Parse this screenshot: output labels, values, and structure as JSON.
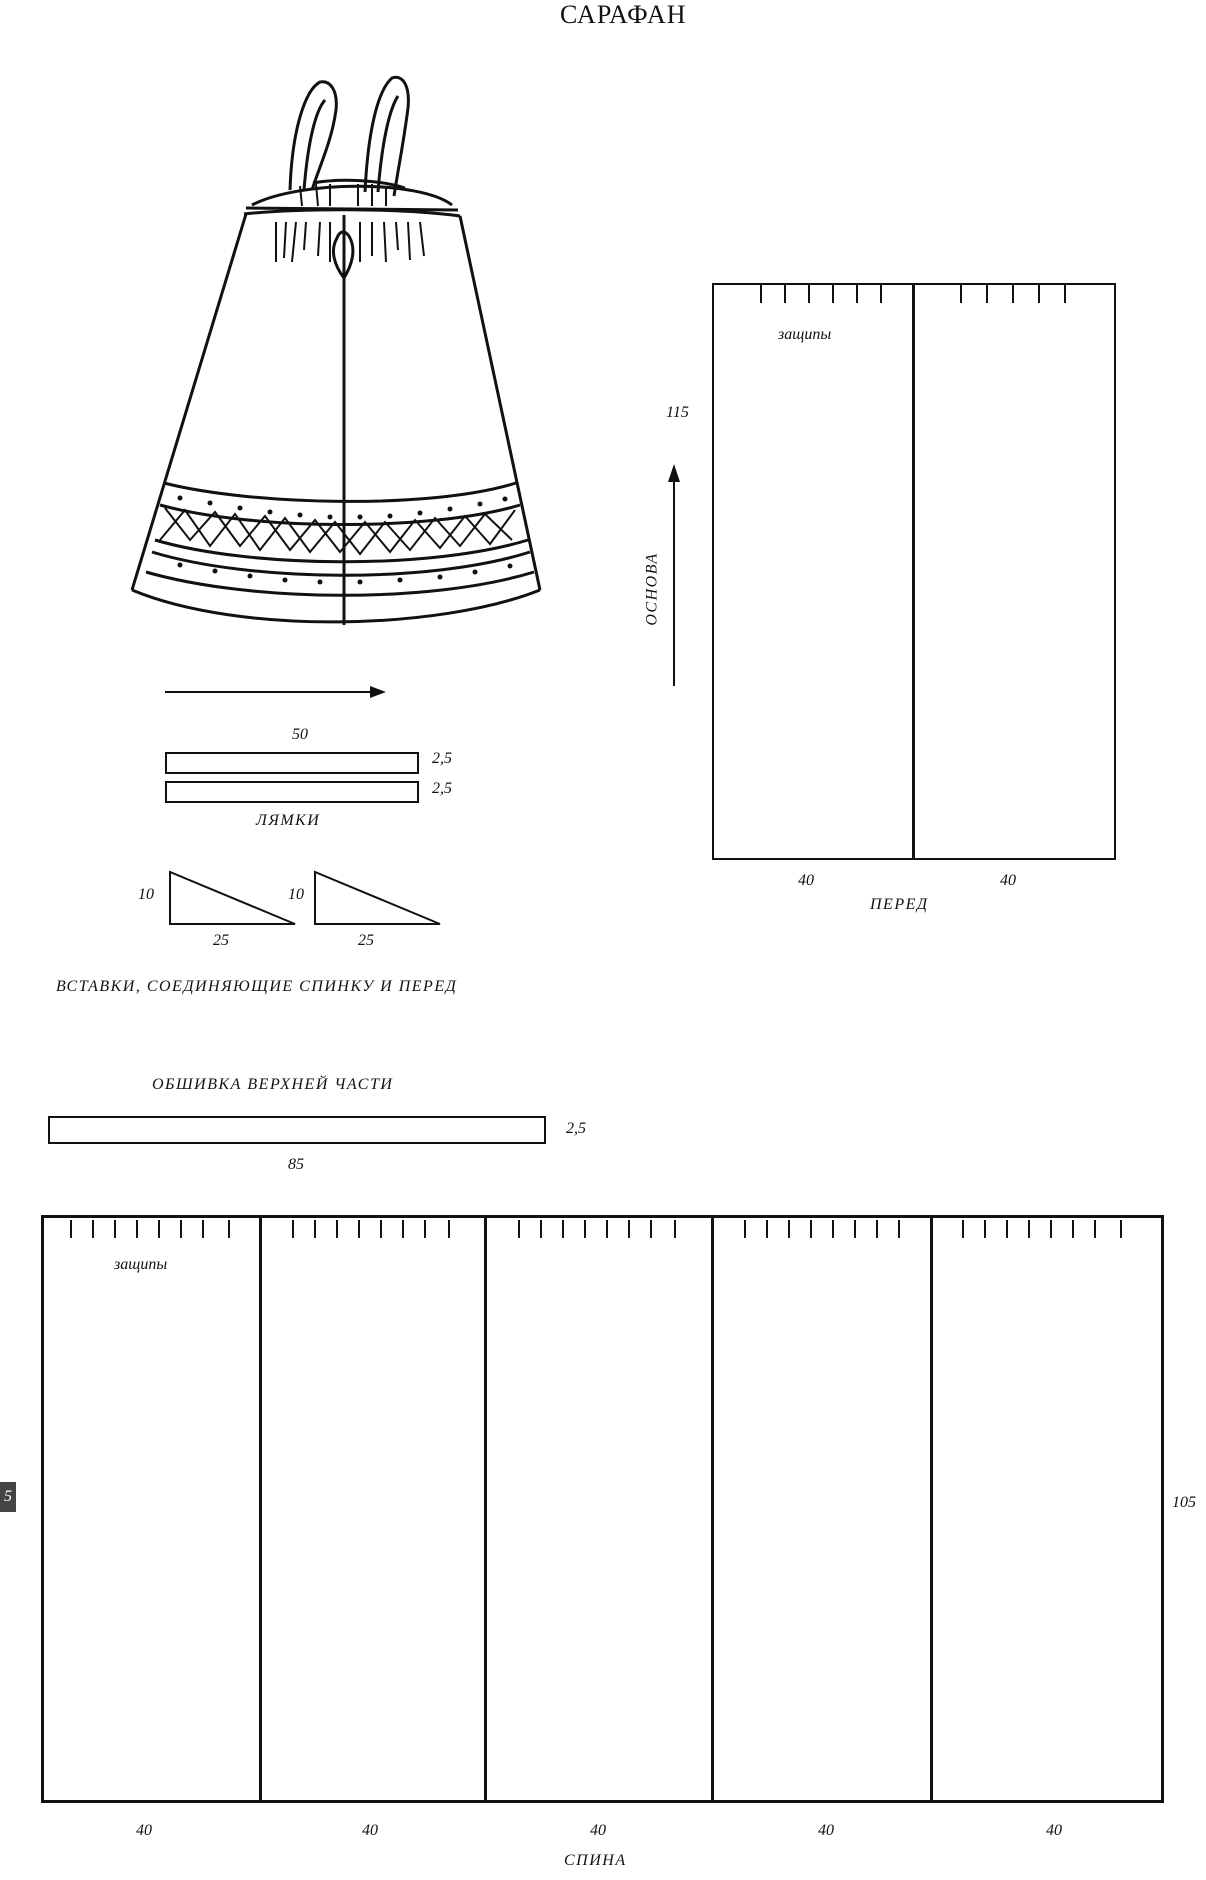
{
  "title": "САРАФАН",
  "grain_label": "ОСНОВА",
  "tucks_label": "защипы",
  "straps": {
    "length": "50",
    "width1": "2,5",
    "width2": "2,5",
    "label": "ЛЯМКИ"
  },
  "inserts": {
    "height1": "10",
    "base1": "25",
    "height2": "10",
    "base2": "25",
    "label": "ВСТАВКИ, СОЕДИНЯЮЩИЕ СПИНКУ И ПЕРЕД"
  },
  "facing": {
    "label": "ОБШИВКА ВЕРХНЕЙ ЧАСТИ",
    "width": "2,5",
    "length": "85"
  },
  "front": {
    "height": "115",
    "panel1_width": "40",
    "panel2_width": "40",
    "label": "ПЕРЕД"
  },
  "back": {
    "height": "105",
    "panel_widths": [
      "40",
      "40",
      "40",
      "40",
      "40"
    ],
    "label": "СПИНА"
  },
  "page_number_fragment": "5"
}
